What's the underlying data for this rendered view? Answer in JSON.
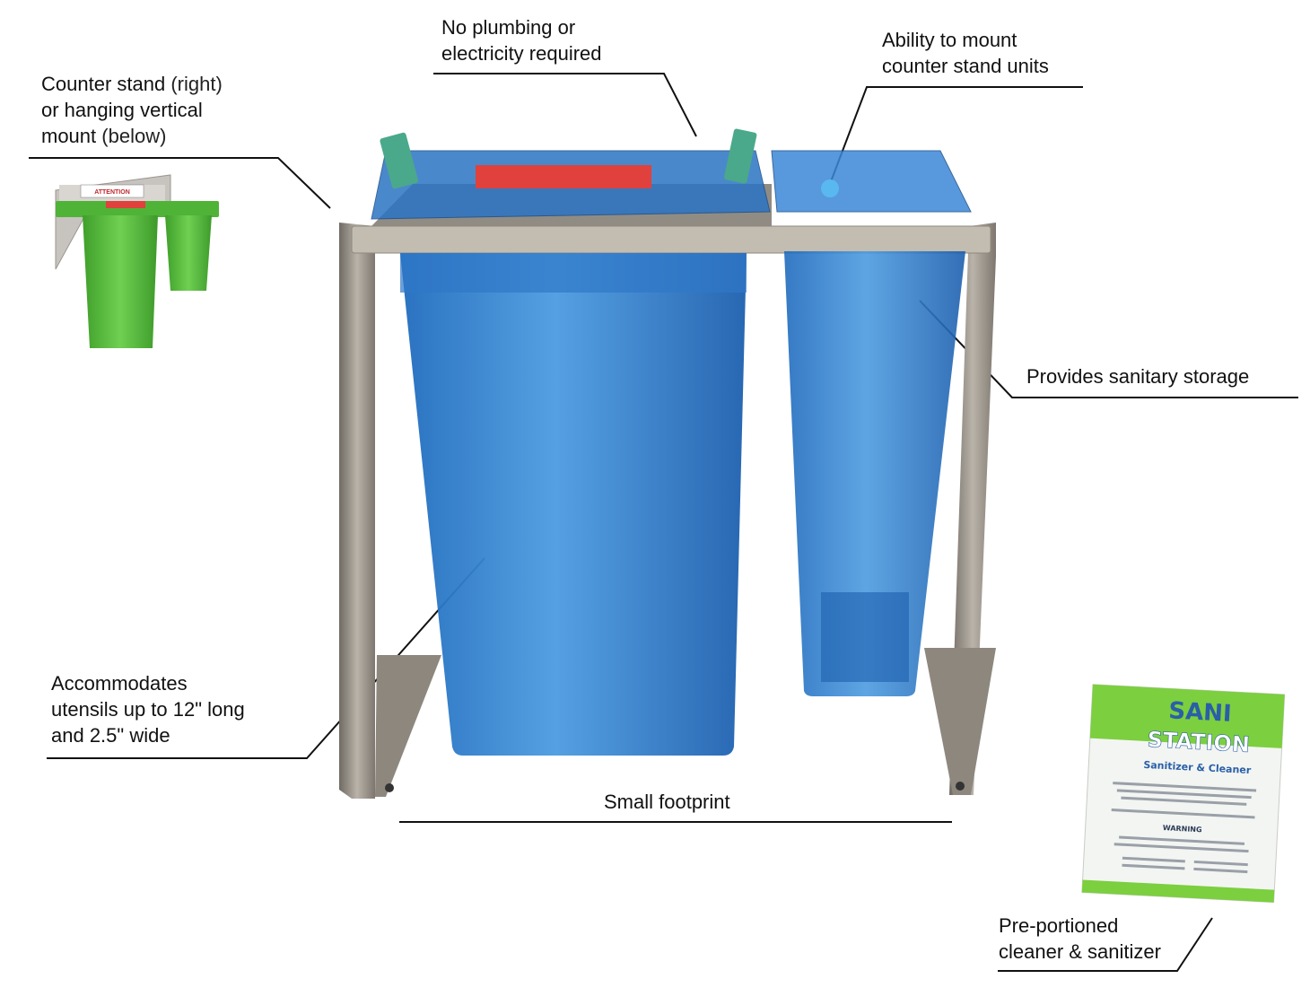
{
  "callouts": {
    "counter_stand": {
      "line1_main": "Counter stand",
      "line1_paren": "(right)",
      "line2": "or hanging vertical",
      "line3_main": "mount",
      "line3_paren": "(below)"
    },
    "no_plumbing": {
      "line1": "No plumbing or",
      "line2": "electricity required"
    },
    "mount_units": {
      "line1": "Ability to mount",
      "line2": "counter stand units"
    },
    "sanitary_storage": {
      "line1": "Provides sanitary storage"
    },
    "utensils": {
      "line1": "Accommodates",
      "line2": "utensils up to 12\" long",
      "line3": "and 2.5\" wide"
    },
    "footprint": {
      "line1": "Small footprint"
    },
    "preportioned": {
      "line1": "Pre-portioned",
      "line2": "cleaner & sanitizer"
    }
  },
  "green_unit": {
    "label_text": "ATTENTION"
  },
  "packet": {
    "brand_line1": "SANI",
    "brand_line2": "STATION",
    "subtitle": "Sanitizer & Cleaner",
    "warning": "WARNING"
  },
  "colors": {
    "accent_blue": "#2f7fd0",
    "accent_green": "#5fc43d",
    "steel": "#a9a39a",
    "red_bar": "#e0413c"
  }
}
